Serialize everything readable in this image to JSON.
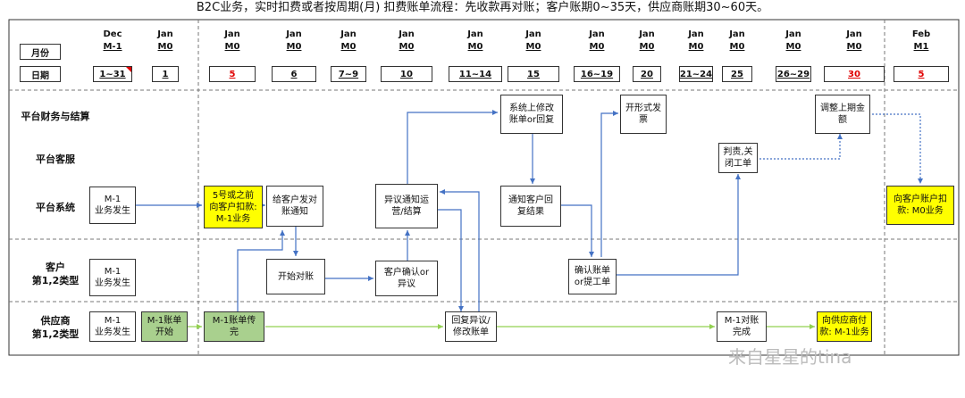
{
  "title": "B2C业务，实时扣费或者按周期(月) 扣费账单流程：先收款再对账；客户账期0~35天，供应商账期30~60天。",
  "header_labels": {
    "month": "月份",
    "date": "日期"
  },
  "months": [
    {
      "mon": "Dec",
      "m": "M-1"
    },
    {
      "mon": "Jan",
      "m": "M0"
    },
    {
      "mon": "Jan",
      "m": "M0"
    },
    {
      "mon": "Jan",
      "m": "M0"
    },
    {
      "mon": "Jan",
      "m": "M0"
    },
    {
      "mon": "Jan",
      "m": "M0"
    },
    {
      "mon": "Jan",
      "m": "M0"
    },
    {
      "mon": "Jan",
      "m": "M0"
    },
    {
      "mon": "Jan",
      "m": "M0"
    },
    {
      "mon": "Jan",
      "m": "M0"
    },
    {
      "mon": "Jan",
      "m": "M0"
    },
    {
      "mon": "Jan",
      "m": "M0"
    },
    {
      "mon": "Jan",
      "m": "M0"
    },
    {
      "mon": "Jan",
      "m": "M0"
    },
    {
      "mon": "Feb",
      "m": "M1"
    }
  ],
  "dates": [
    "1~31",
    "1",
    "5",
    "6",
    "7~9",
    "10",
    "11~14",
    "15",
    "16~19",
    "20",
    "21~24",
    "25",
    "26~29",
    "30",
    "5"
  ],
  "lanes": {
    "finance": "平台财务与结算",
    "cs": "平台客服",
    "system": "平台系统",
    "customer": "客户\n第1,2类型",
    "supplier": "供应商\n第1,2类型"
  },
  "nodes": {
    "sys_m1": "M-1\n业务发生",
    "deduct5": "5号或之前\n向客户扣款:\nM-1业务",
    "notify": "给客户发对\n账通知",
    "dispute": "异议通知运\n营/结算",
    "modify": "系统上修改\n账单or回复",
    "result": "通知客户回\n复结果",
    "invoice": "开形式发\n票",
    "judge": "判责,关\n闭工单",
    "adjust": "调整上期金\n额",
    "feb_deduct": "向客户账户扣\n款: M0业务",
    "cust_m1": "M-1\n业务发生",
    "start_recon": "开始对账",
    "cust_confirm": "客户确认or\n异议",
    "confirm_bill": "确认账单\nor提工单",
    "sup_m1": "M-1\n业务发生",
    "bill_start": "M-1账单\n开始",
    "bill_send": "M-1账单传\n完",
    "reply_dispute": "回复异议/\n修改账单",
    "recon_done": "M-1对账\n完成",
    "pay_supplier": "向供应商付\n款: M-1业务"
  },
  "colors": {
    "blue": "#4472c4",
    "green": "#92d050",
    "yellow": "#ffff00"
  },
  "watermark": "来自星星的tina"
}
